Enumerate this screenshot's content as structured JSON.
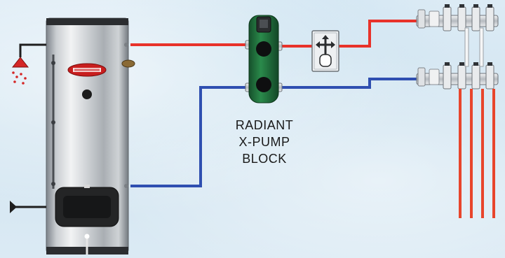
{
  "pump_block": {
    "label_lines": [
      "RADIANT",
      "X-PUMP",
      "BLOCK"
    ]
  },
  "colors": {
    "supply_pipe": "#e8322a",
    "return_pipe": "#2f4fb0",
    "pump_body": "#1f6b3a",
    "floor_loops": "#e8452c",
    "tank_steel": "#b9bec3",
    "background": "#d8e8f3"
  },
  "icons": [
    "water-heater-tank",
    "shower-head-icon",
    "pump-block",
    "mixing-valve-icon",
    "supply-manifold",
    "return-manifold",
    "radiant-floor-loops"
  ]
}
